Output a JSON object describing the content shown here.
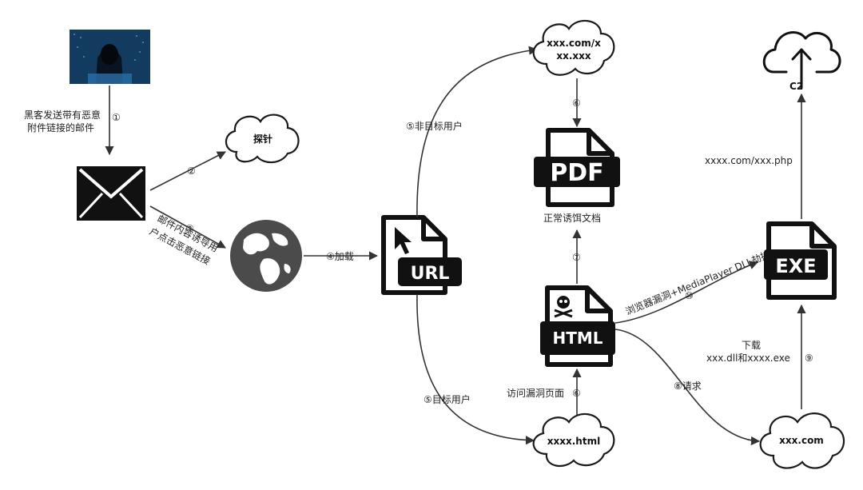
{
  "nodes": {
    "hacker_label_line1": "黑客发送带有恶意",
    "hacker_label_line2": "附件链接的邮件",
    "probe": "探针",
    "url_badge": "URL",
    "pdf_badge": "PDF",
    "pdf_caption": "正常诱饵文档",
    "html_badge": "HTML",
    "exe_badge": "EXE",
    "c2": "C2",
    "cloud_xxx_com_x_line1": "xxx.com/x",
    "cloud_xxx_com_x_line2": "xx.xxx",
    "cloud_xxxx_html": "xxxx.html",
    "cloud_xxx_com": "xxx.com"
  },
  "edges": {
    "step1": "①",
    "step2": "②",
    "step3": "③",
    "step3_text_line1": "邮件内容诱导用",
    "step3_text_line2": "户点击恶意链接",
    "step4": "④加载",
    "step5_non_target": "⑤非目标用户",
    "step5_target": "⑤目标用户",
    "step6_top": "⑥",
    "step6_bottom_text": "访问漏洞页面",
    "step6_bottom": "⑥",
    "step7": "⑦",
    "step8": "⑧请求",
    "step9": "⑨",
    "step9_text_line1": "下载",
    "step9_text_line2": "xxx.dll和xxxx.exe",
    "step10_text": "浏览器漏洞+MediaPlayer DLL劫持",
    "step10": "⑩",
    "c2_url": "xxxx.com/xxx.php"
  }
}
